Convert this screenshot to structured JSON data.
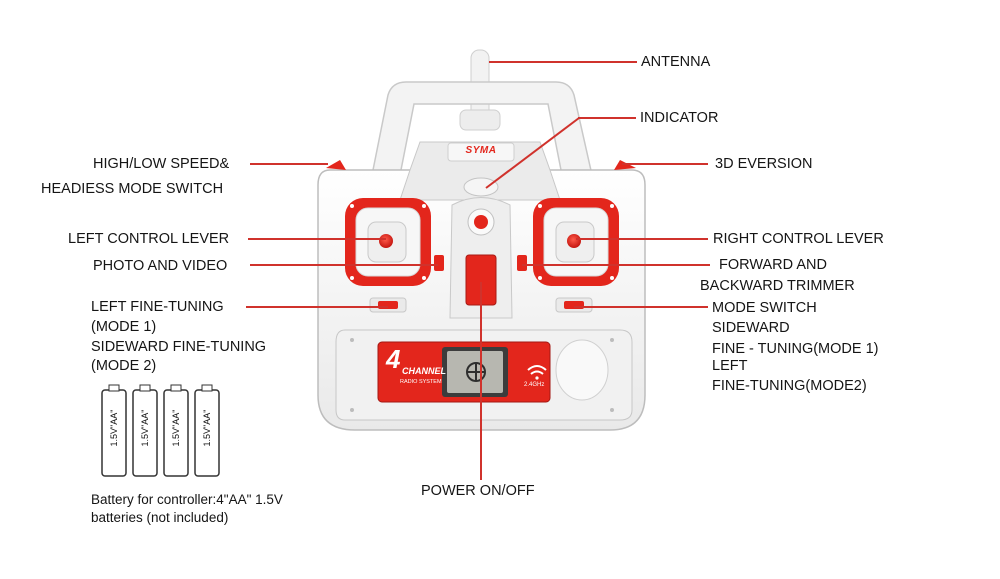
{
  "colors": {
    "accent": "#e3261c",
    "leader": "#d0322c",
    "body": "#f4f4f4"
  },
  "controller": {
    "brand": "SYMA",
    "badge_main": "4",
    "badge_sub": "CHANNEL",
    "badge_small": "RADIO SYSTEM",
    "freq": "2.4GHz"
  },
  "labels": {
    "antenna": "ANTENNA",
    "indicator": "INDICATOR",
    "speed_line1": "HIGH/LOW SPEED&",
    "speed_line2": "HEADIESS MODE SWITCH",
    "eversion": "3D EVERSION",
    "left_lever": "LEFT CONTROL LEVER",
    "right_lever": "RIGHT CONTROL LEVER",
    "photo_video": "PHOTO  AND VIDEO",
    "fwd_line1": "FORWARD AND",
    "fwd_line2": "BACKWARD TRIMMER",
    "left_fine_line1": "LEFT FINE-TUNING",
    "left_fine_line2": "(MODE 1)",
    "left_fine_line3": "SIDEWARD FINE-TUNING",
    "left_fine_line4": "(MODE 2)",
    "mode_line1": "MODE SWITCH",
    "mode_line2": "SIDEWARD",
    "mode_line3": "FINE - TUNING(MODE 1)",
    "mode_line4": "LEFT",
    "mode_line5": "FINE-TUNING(MODE2)",
    "power": "POWER ON/OFF"
  },
  "batteries": {
    "cell_label": "1.5V\"AA\"",
    "count": 4,
    "note_line1": "Battery for controller:4\"AA\" 1.5V",
    "note_line2": "batteries (not included)"
  }
}
